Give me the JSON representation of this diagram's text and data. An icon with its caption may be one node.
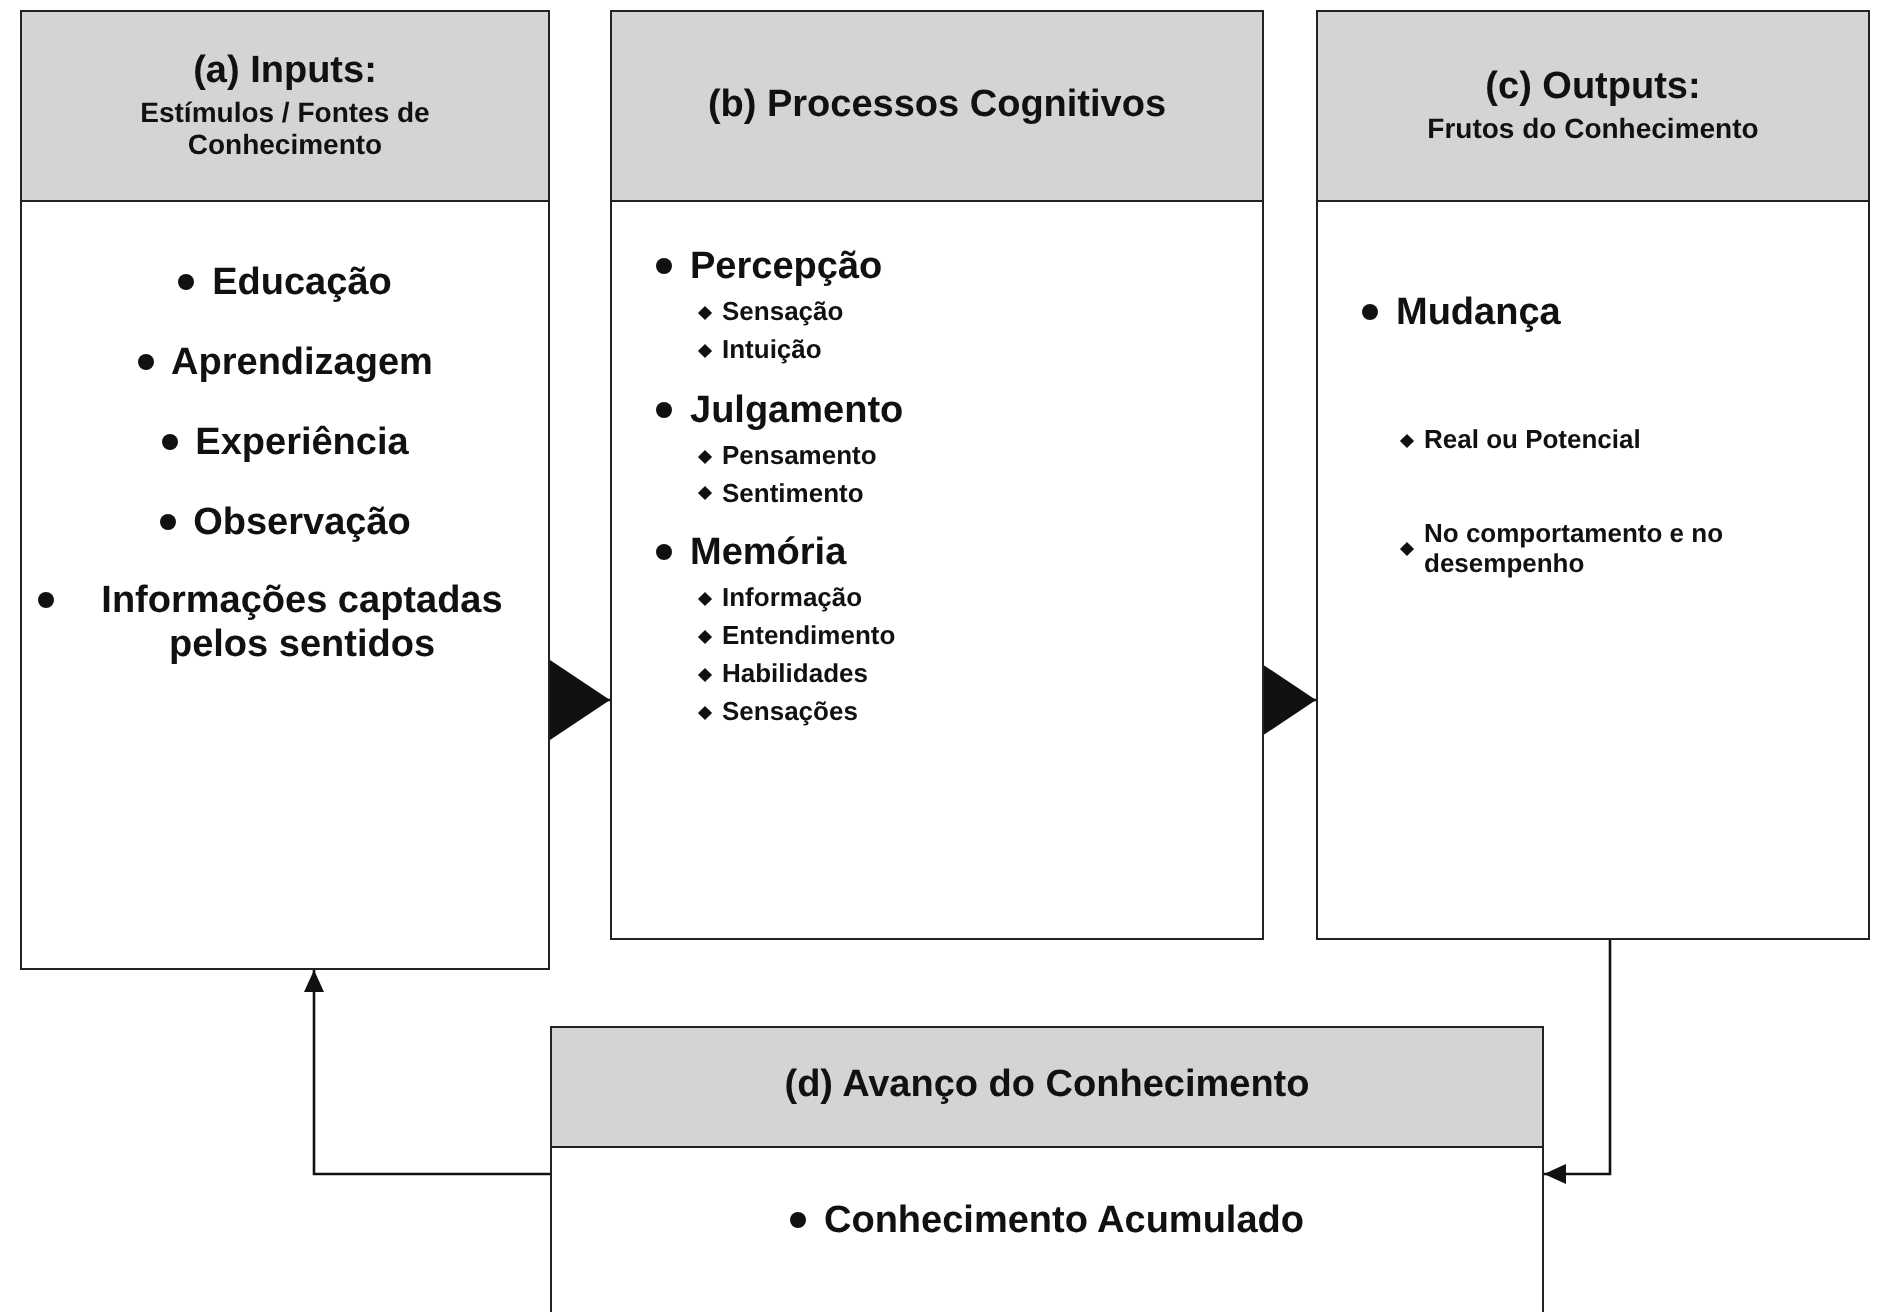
{
  "diagram": {
    "nodes": [
      {
        "text": [
          "(a) Inputs:",
          "Estímulos / Fontes de Conhecimento",
          "Educação",
          "Aprendizagem",
          "Experiência",
          "Observação",
          "Informações captadas pelos sentidos"
        ]
      },
      {
        "text": [
          "(b) Processos Cognitivos",
          "Percepção",
          "Sensação",
          "Intuição",
          "Julgamento",
          "Pensamento",
          "Sentimento",
          "Memória",
          "Informação",
          "Entendimento",
          "Habilidades",
          "Sensações"
        ]
      },
      {
        "text": [
          "(c) Outputs:",
          "Frutos do Conhecimento",
          "Mudança",
          "Real ou Potencial",
          "No comportamento e no desempenho"
        ]
      },
      {
        "text": [
          "(d) Avanço do Conhecimento",
          "Conhecimento Acumulado"
        ]
      }
    ],
    "edges": [
      {
        "from": 0,
        "to": 1,
        "arrow": "to"
      },
      {
        "from": 1,
        "to": 2,
        "arrow": "to"
      },
      {
        "from": 2,
        "to": 3,
        "arrow": "to"
      },
      {
        "from": 3,
        "to": 0,
        "arrow": "to"
      }
    ]
  }
}
